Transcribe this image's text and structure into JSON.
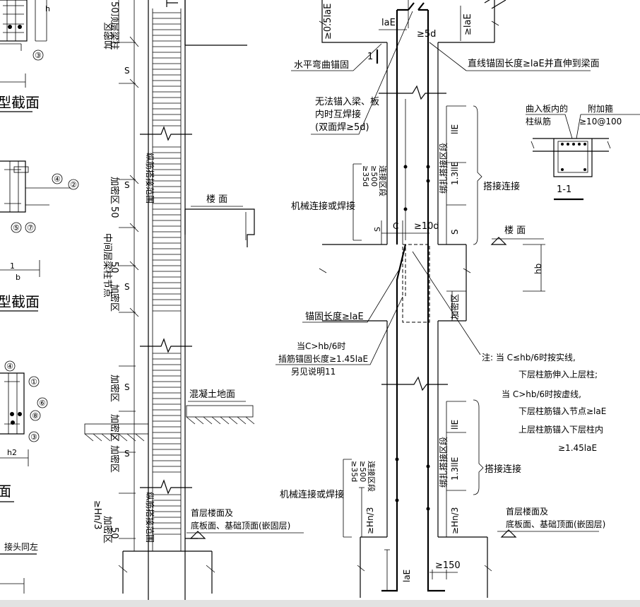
{
  "left_edge": {
    "section_a": "型截面",
    "section_b": "型截面",
    "section_c": "面",
    "same_left": "接头同左",
    "markers": [
      "③",
      "④",
      "②",
      "⑤",
      "⑦",
      "④",
      "①",
      "⑥",
      "⑧",
      "③"
    ],
    "dims": [
      "h",
      "b",
      "h2",
      "1"
    ]
  },
  "column_left": {
    "top_label": "50顶层梁柱",
    "dense_top": "加密区",
    "s": "S",
    "mid_joint": "中间层梁柱节点",
    "dense_mid_a": "加密区",
    "dense_mid_b": "加密区",
    "fifty": "50",
    "lap_top": "纵筋搭接范围",
    "lap_bottom": "纵筋搭接范围",
    "dense_low_a": "加密区",
    "dense_low_b": "加密区",
    "dense_low_c": "加密区",
    "hn3": "≥Hn/3",
    "floor_label": "楼 面",
    "concrete_ground": "混凝土地面",
    "base_a": "首层楼面及",
    "base_b": "底板面、基础顶面(嵌固层)"
  },
  "column_right": {
    "half_lae": "≥0.5laE",
    "lae": "laE",
    "ge5d": "≥5d",
    "ge_lae": "≥laE",
    "horizontal_anchor": "水平弯曲锚固",
    "straight_anchor": "直线锚固长度≥laE并直伸到梁面",
    "weld_a": "无法锚入梁、板",
    "weld_b": "内时互焊接",
    "weld_c": "(双面焊≥5d)",
    "mech_a": "机械连接或焊接",
    "mech_b": "机械连接或焊接",
    "d35": "≥35d",
    "d500": "≥500",
    "lap_zone": "连接区段",
    "s": "S",
    "c": "C",
    "ge10d": "≥10d",
    "lap_joint_a": "搭接连接",
    "lap_joint_b": "搭接连接",
    "tie_lap": "绑扎搭接区段",
    "l_le": "llE",
    "l13": "1.3llE",
    "floor": "楼 面",
    "hb": "hb",
    "dense": "加密区",
    "anchor_len": "锚固长度≥laE",
    "when_a": "当C>hb/6时",
    "when_b": "插筋锚固长度≥1.45laE",
    "when_c": "另见说明11",
    "hn3": "≥Hn/3",
    "base_a": "首层楼面及",
    "base_b": "底板面、基础顶面(嵌固层)",
    "ge150": "≥150",
    "lae_bottom": "laE",
    "marker_1": "1"
  },
  "detail_11": {
    "bent_a": "曲入板内的",
    "bent_b": "柱纵筋",
    "extra_a": "附加箍",
    "extra_b": "≥10@100",
    "caption": "1-1"
  },
  "note": {
    "n1": "注: 当 C≤hb/6时按实线,",
    "n2": "下层柱筋伸入上层柱;",
    "n3": "当 C>hb/6时按虚线,",
    "n4": "下层柱筋锚入节点≥laE",
    "n5": "上层柱筋锚入下层柱内",
    "n6": "≥1.45laE"
  }
}
